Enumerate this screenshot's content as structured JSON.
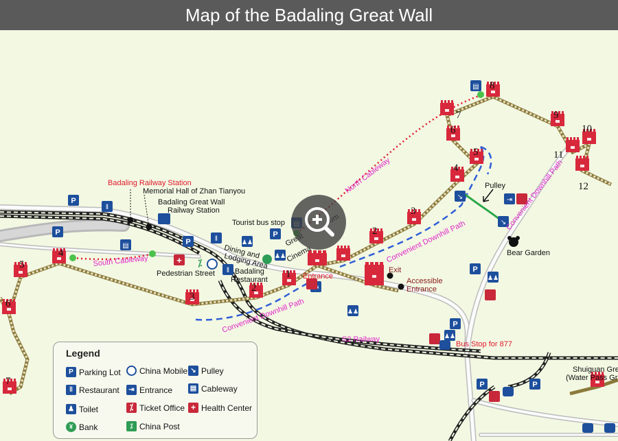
{
  "title": "Map of the Badaling Great Wall",
  "places": {
    "railway_station": "Badaling Railway Station",
    "memorial_hall": "Memorial Hall of Zhan Tianyou",
    "bgw_station_1": "Badaling Great Wall",
    "bgw_station_2": "Railway Station",
    "tourist_bus_stop": "Tourist bus stop",
    "dining_1": "Dining and",
    "dining_2": "Lodging Area",
    "restaurant_1": "Badaling",
    "restaurant_2": "Restaurant",
    "pedestrian_street": "Pedestrian Street",
    "great_wall_museum_1": "Great",
    "great_wall_museum_2": "um",
    "cinema": "Cinema",
    "entrance": "Entrance",
    "exit": "Exit",
    "accessible_1": "Accessible",
    "accessible_2": "Entrance",
    "pulley": "Pulley",
    "bear_garden": "Bear Garden",
    "bus_stop_877": "Bus Stop for 877",
    "shuiguan_1": "Shuiguan Gre",
    "shuiguan_2": "(Water Pass Gr"
  },
  "routes": {
    "north_cableway": "North Cableway",
    "south_cableway": "South Cableway",
    "convenient_downhill_1": "Convenient Downhill Path",
    "convenient_downhill_2": "Convenient Downhill Path",
    "convenient_downhill_3": "Convenient Downhill Path",
    "s2_railway": "S2 Railway"
  },
  "towers": {
    "north": [
      "1",
      "2",
      "3",
      "4",
      "5",
      "6",
      "7",
      "8",
      "9",
      "10",
      "11",
      "12"
    ],
    "south": [
      "3",
      "4",
      "5",
      "6",
      "7"
    ]
  },
  "legend": {
    "title": "Legend",
    "items": [
      {
        "icon": "parking-icon",
        "label": "Parking Lot"
      },
      {
        "icon": "china-mobile-icon",
        "label": "China Mobile"
      },
      {
        "icon": "pulley-icon",
        "label": "Pulley"
      },
      {
        "icon": "restaurant-icon",
        "label": "Restaurant"
      },
      {
        "icon": "entrance-icon",
        "label": "Entrance"
      },
      {
        "icon": "cableway-icon",
        "label": "Cableway"
      },
      {
        "icon": "toilet-icon",
        "label": "Toilet"
      },
      {
        "icon": "ticket-office-icon",
        "label": "Ticket Office"
      },
      {
        "icon": "health-center-icon",
        "label": "Health Center"
      },
      {
        "icon": "bank-icon",
        "label": "Bank"
      },
      {
        "icon": "china-post-icon",
        "label": "China Post"
      }
    ]
  },
  "controls": {
    "zoom_icon": "magnifier-plus-icon"
  },
  "colors": {
    "background": "#f3f8e3",
    "title_bar": "#5a5a5a",
    "tower_red": "#d8283c",
    "cableway_red": "#e0192b",
    "downhill_blue": "#2f5fd6",
    "railway": "#222222",
    "label_red": "#e0192b",
    "label_magenta": "#e026c8",
    "pulley_green": "#2aa64a"
  }
}
